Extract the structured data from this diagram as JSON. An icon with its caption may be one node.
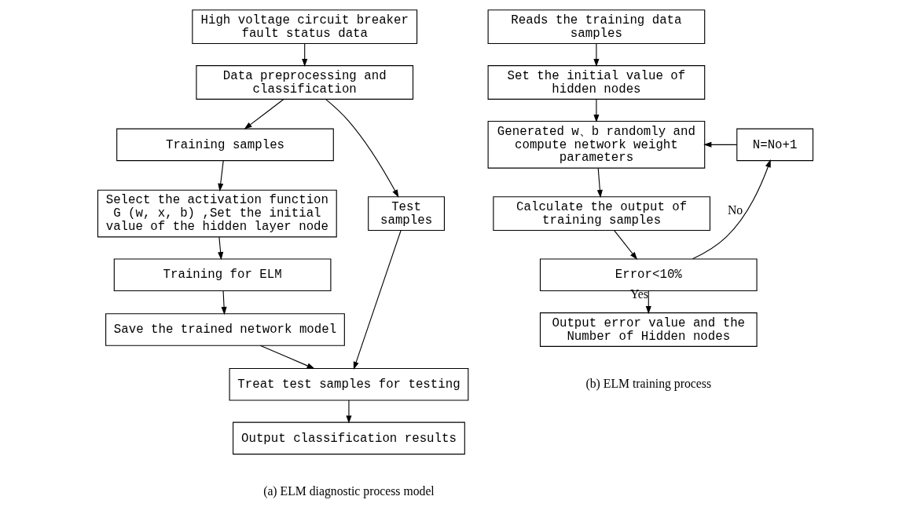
{
  "diagram": {
    "nodes": [
      {
        "text": [
          "High voltage circuit breaker fault status data"
        ]
      },
      {
        "text": [
          "Data preprocessing and classification"
        ]
      },
      {
        "text": [
          "Training samples"
        ]
      },
      {
        "text": [
          "Select the activation function G (w, x, b) ,Set the initial value of the hidden layer node"
        ]
      },
      {
        "text": [
          "Training for ELM"
        ]
      },
      {
        "text": [
          "Save the trained network model"
        ]
      },
      {
        "text": [
          "Treat test samples for testing"
        ]
      },
      {
        "text": [
          "Output classification results"
        ]
      },
      {
        "text": [
          "Test samples"
        ]
      },
      {
        "text": [
          "Reads the training data samples"
        ]
      },
      {
        "text": [
          "Set the initial value of hidden nodes"
        ]
      },
      {
        "text": [
          "Generated w、b randomly and compute network weight parameters"
        ]
      },
      {
        "text": [
          "Calculate the output of training samples"
        ]
      },
      {
        "text": [
          "Error<10%"
        ]
      },
      {
        "text": [
          "Output error value and the Number of Hidden nodes"
        ]
      },
      {
        "text": [
          "N=No+1"
        ]
      }
    ],
    "edges": [
      {
        "from": 0,
        "to": 1,
        "arrow": "to"
      },
      {
        "from": 1,
        "to": 2,
        "arrow": "to"
      },
      {
        "from": 2,
        "to": 3,
        "arrow": "to"
      },
      {
        "from": 3,
        "to": 4,
        "arrow": "to"
      },
      {
        "from": 4,
        "to": 5,
        "arrow": "to"
      },
      {
        "from": 5,
        "to": 6,
        "arrow": "to"
      },
      {
        "from": 6,
        "to": 7,
        "arrow": "to"
      },
      {
        "from": 1,
        "to": 8,
        "arrow": "to"
      },
      {
        "from": 8,
        "to": 6,
        "arrow": "to"
      },
      {
        "from": 9,
        "to": 10,
        "arrow": "to"
      },
      {
        "from": 10,
        "to": 11,
        "arrow": "to"
      },
      {
        "from": 11,
        "to": 12,
        "arrow": "to"
      },
      {
        "from": 12,
        "to": 13,
        "arrow": "to"
      },
      {
        "from": 13,
        "to": 14,
        "label": "Yes",
        "arrow": "to"
      },
      {
        "from": 13,
        "to": 15,
        "label": "No",
        "arrow": "to"
      },
      {
        "from": 15,
        "to": 11,
        "arrow": "to"
      }
    ],
    "labels": [
      "(a) ELM diagnostic process model",
      "(b) ELM training process"
    ]
  }
}
